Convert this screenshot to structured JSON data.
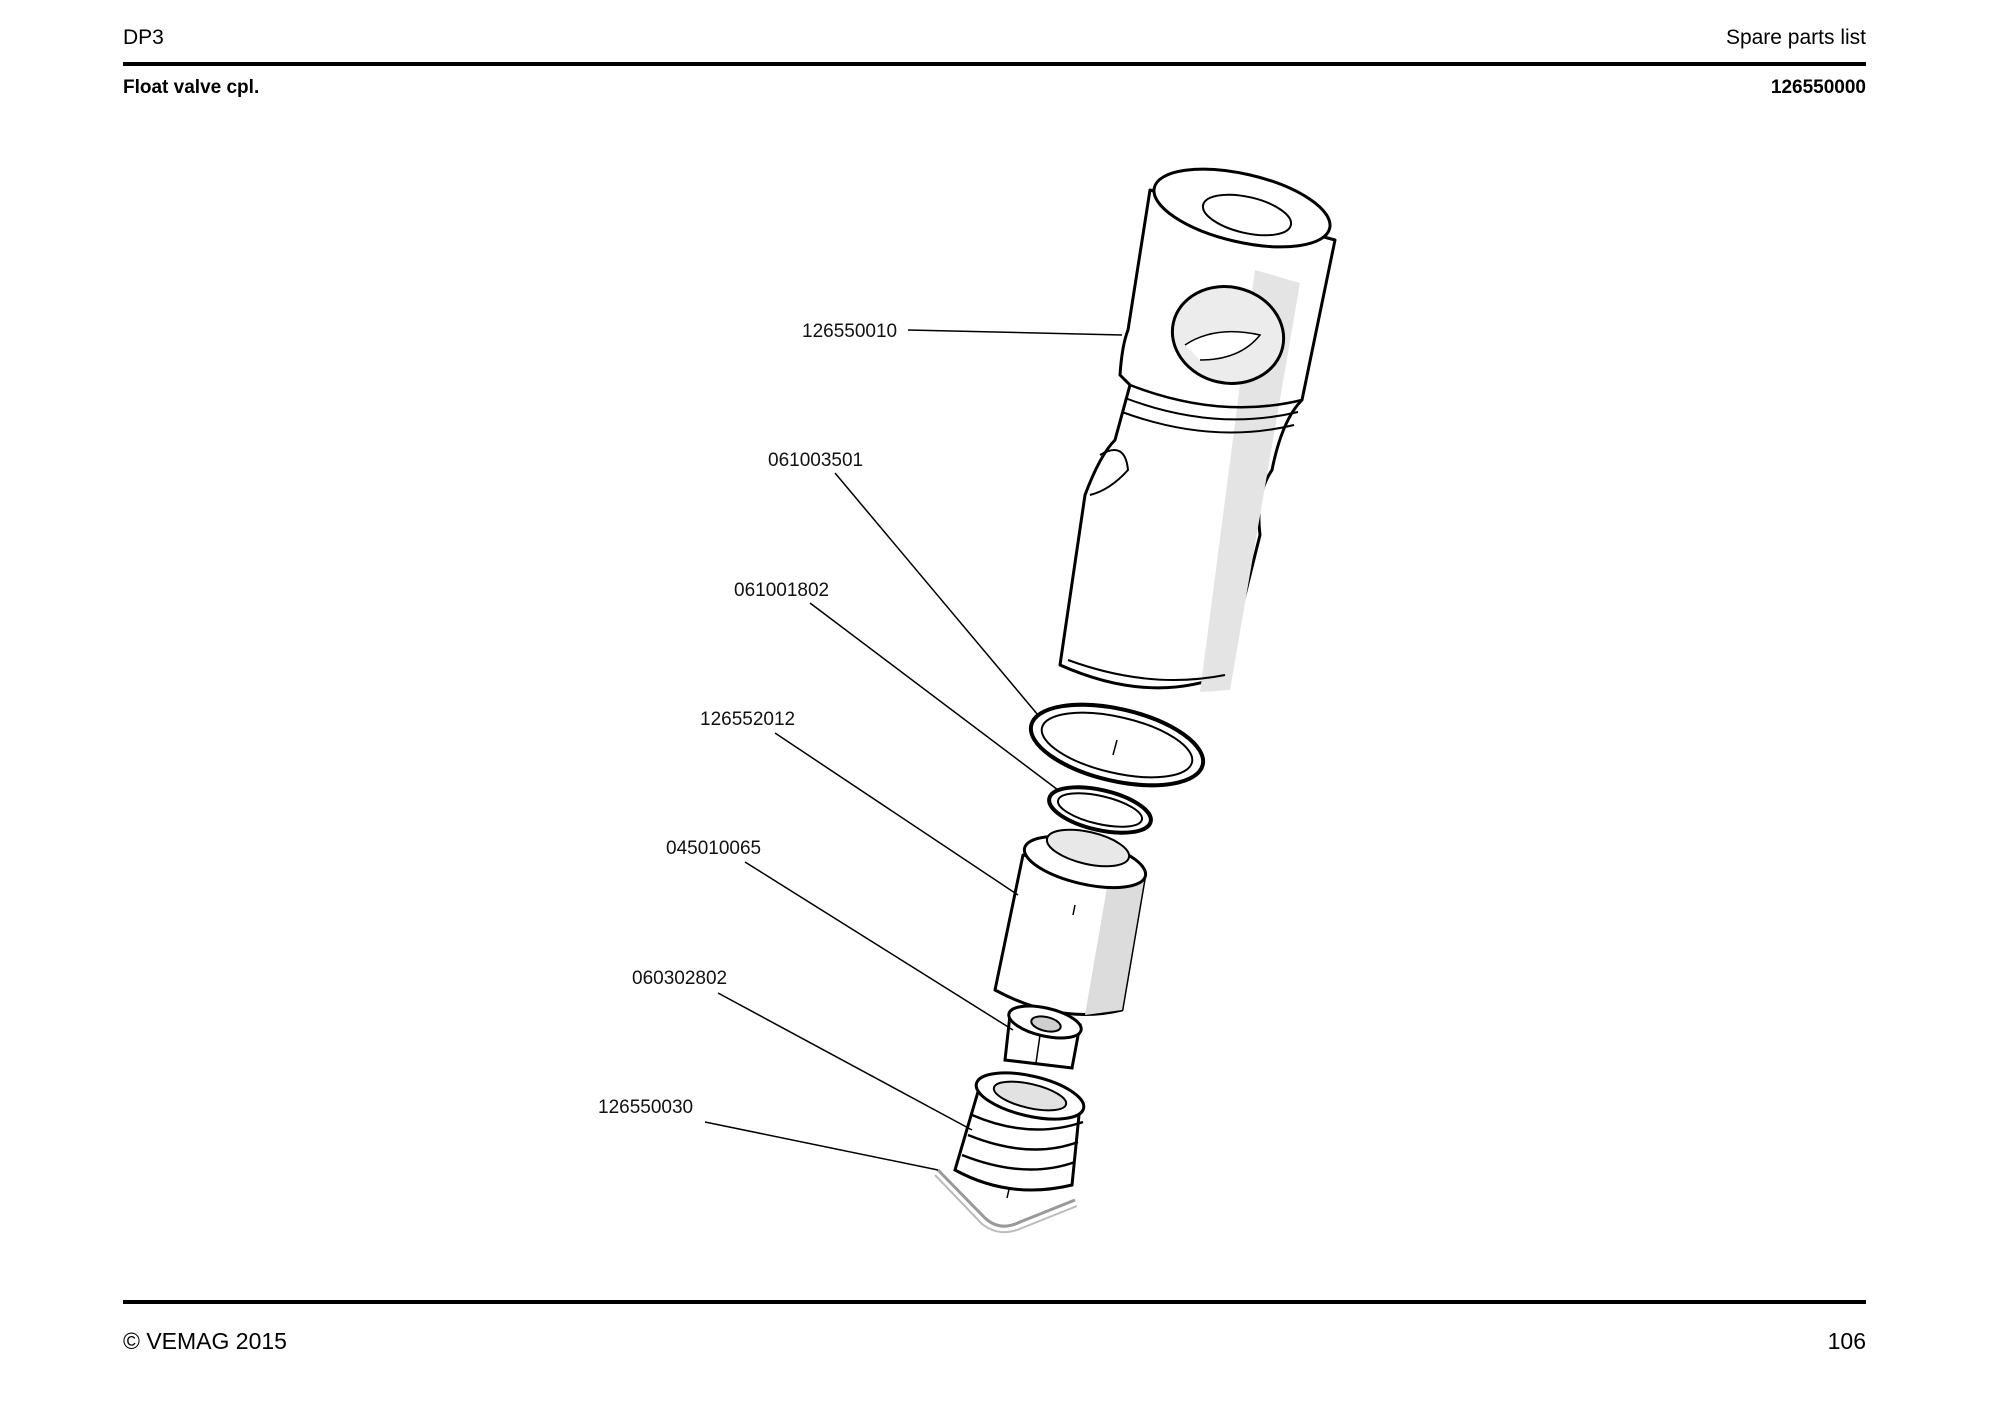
{
  "header": {
    "model": "DP3",
    "doc_type": "Spare parts list",
    "assembly_name": "Float valve cpl.",
    "assembly_number": "126550000"
  },
  "callouts": [
    {
      "part_number": "126550010"
    },
    {
      "part_number": "061003501"
    },
    {
      "part_number": "061001802"
    },
    {
      "part_number": "126552012"
    },
    {
      "part_number": "045010065"
    },
    {
      "part_number": "060302802"
    },
    {
      "part_number": "126550030"
    }
  ],
  "footer": {
    "copyright": "© VEMAG 2015",
    "page_number": "106"
  }
}
